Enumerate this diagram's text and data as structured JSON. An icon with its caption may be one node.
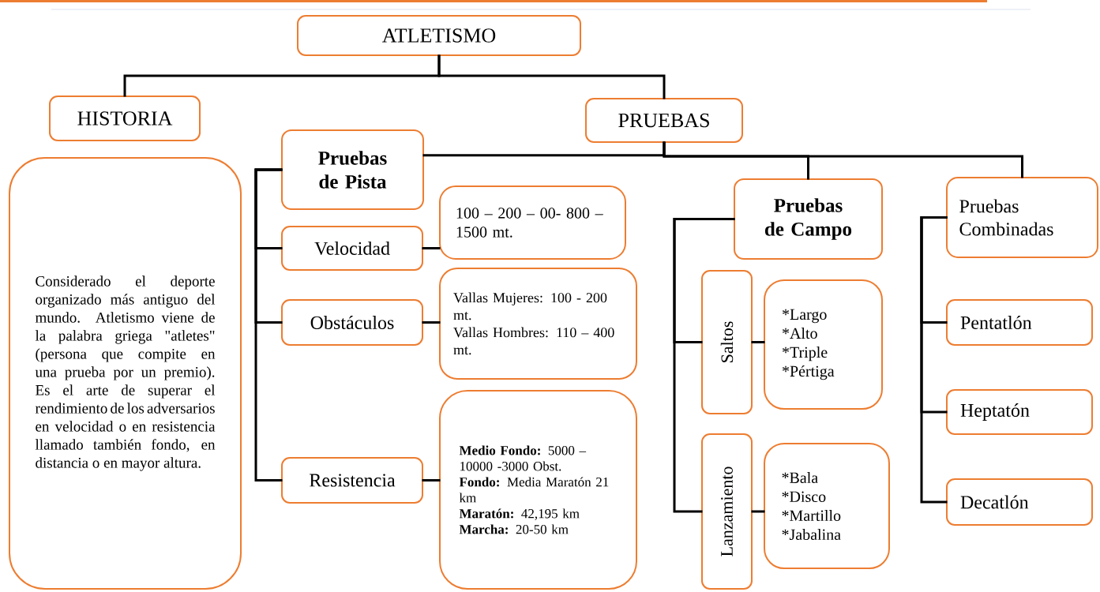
{
  "diagram": {
    "nodes": [
      {
        "text": [
          "ATLETISMO"
        ]
      },
      {
        "text": [
          "HISTORIA"
        ]
      },
      {
        "text": [
          "Considerado el deporte organizado más antiguo del mundo. Atletismo viene de la palabra griega \"atletes\" (persona que compite en una prueba por un premio). Es el arte de superar el rendimiento de los adversarios en velocidad o en resistencia llamado también fondo, en distancia o en mayor altura."
        ]
      },
      {
        "text": [
          "PRUEBAS"
        ]
      },
      {
        "text": [
          "Pruebas de Pista"
        ]
      },
      {
        "text": [
          "Velocidad"
        ]
      },
      {
        "text": [
          "100 – 200 – 00- 800 – 1500 mt."
        ]
      },
      {
        "text": [
          "Obstáculos"
        ]
      },
      {
        "text": [
          "Vallas Mujeres: 100 - 200 mt.",
          "Vallas Hombres: 110 – 400 mt."
        ]
      },
      {
        "text": [
          "Resistencia"
        ]
      },
      {
        "text": [
          "**Medio Fondo:** 5000 – 10000 -3000 Obst.",
          "**Fondo:** Media Maratón 21 km",
          "**Maratón:** 42,195 km",
          "**Marcha:** 20-50 km"
        ]
      },
      {
        "text": [
          "Pruebas de Campo"
        ]
      },
      {
        "text": [
          "Saltos"
        ]
      },
      {
        "text": [
          "*Largo",
          "*Alto",
          "*Triple",
          "*Pértiga"
        ]
      },
      {
        "text": [
          "Lanzamiento"
        ]
      },
      {
        "text": [
          "*Bala",
          "*Disco",
          "*Martillo",
          "*Jabalina"
        ]
      },
      {
        "text": [
          "Pruebas Combinadas"
        ]
      },
      {
        "text": [
          "Pentatlón"
        ]
      },
      {
        "text": [
          "Heptatón"
        ]
      },
      {
        "text": [
          "Decatlón"
        ]
      }
    ],
    "edges": [
      {
        "from": 0,
        "to": 1,
        "arrow": "none"
      },
      {
        "from": 0,
        "to": 3,
        "arrow": "none"
      },
      {
        "from": 3,
        "to": 4,
        "arrow": "none"
      },
      {
        "from": 3,
        "to": 11,
        "arrow": "none"
      },
      {
        "from": 3,
        "to": 16,
        "arrow": "none"
      },
      {
        "from": 4,
        "to": 5,
        "arrow": "none"
      },
      {
        "from": 4,
        "to": 7,
        "arrow": "none"
      },
      {
        "from": 4,
        "to": 9,
        "arrow": "none"
      },
      {
        "from": 5,
        "to": 6,
        "arrow": "none"
      },
      {
        "from": 7,
        "to": 8,
        "arrow": "none"
      },
      {
        "from": 9,
        "to": 10,
        "arrow": "none"
      },
      {
        "from": 11,
        "to": 12,
        "arrow": "none"
      },
      {
        "from": 11,
        "to": 14,
        "arrow": "none"
      },
      {
        "from": 12,
        "to": 13,
        "arrow": "none"
      },
      {
        "from": 14,
        "to": 15,
        "arrow": "none"
      },
      {
        "from": 16,
        "to": 17,
        "arrow": "none"
      },
      {
        "from": 16,
        "to": 18,
        "arrow": "none"
      },
      {
        "from": 16,
        "to": 19,
        "arrow": "none"
      }
    ]
  }
}
